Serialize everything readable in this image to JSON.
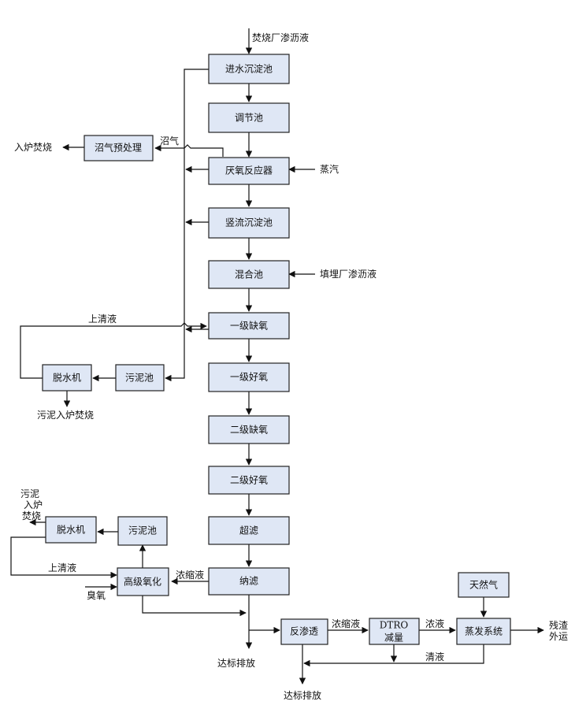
{
  "boxes": {
    "inlet_settling": "进水沉淀池",
    "regulating": "调节池",
    "anaerobic": "厌氧反应器",
    "vertical_settling": "竖流沉淀池",
    "mixing": "混合池",
    "anoxic1": "一级缺氧",
    "aerobic1": "一级好氧",
    "anoxic2": "二级缺氧",
    "aerobic2": "二级好氧",
    "ultrafiltration": "超滤",
    "nanofiltration": "纳滤",
    "biogas_pre": "沼气预处理",
    "sludge_tank1": "污泥池",
    "dewater1": "脱水机",
    "sludge_tank2": "污泥池",
    "dewater2": "脱水机",
    "advanced_ox": "高级氧化",
    "ro": "反渗透",
    "dtro_1": "DTRO",
    "dtro_2": "减量",
    "evaporation": "蒸发系统",
    "natural_gas": "天然气"
  },
  "labels": {
    "incineration_leachate": "焚烧厂渗沥液",
    "steam": "蒸汽",
    "landfill_leachate": "填埋厂渗沥液",
    "to_furnace": "入炉焚烧",
    "biogas": "沼气",
    "supernatant1": "上清液",
    "sludge_to_furnace1": "污泥入炉焚烧",
    "sludge_to_furnace2_l1": "污泥",
    "sludge_to_furnace2_l2": "入炉",
    "sludge_to_furnace2_l3": "焚烧",
    "supernatant2": "上清液",
    "ozone": "臭氧",
    "concentrate1": "浓缩液",
    "discharge1": "达标排放",
    "concentrate2": "浓缩液",
    "concentrate3": "浓液",
    "clear_liquid": "清液",
    "residue_l1": "残渣",
    "residue_l2": "外运",
    "discharge2": "达标排放"
  },
  "colors": {
    "box_fill": "#dfe7f5",
    "stroke": "#222222"
  }
}
